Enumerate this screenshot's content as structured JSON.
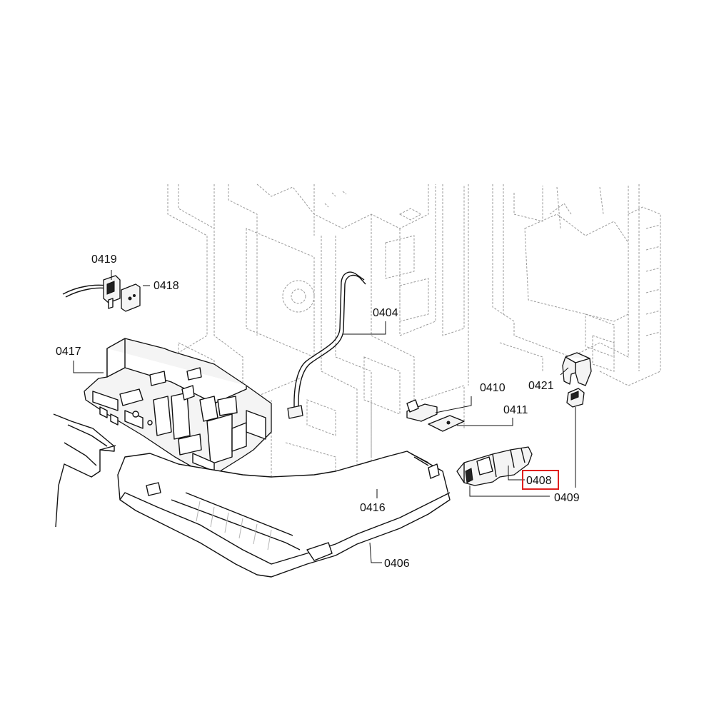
{
  "labels": {
    "p0404": "0404",
    "p0406": "0406",
    "p0408": "0408",
    "p0409": "0409",
    "p0410": "0410",
    "p0411": "0411",
    "p0416": "0416",
    "p0417": "0417",
    "p0418": "0418",
    "p0419": "0419",
    "p0421": "0421"
  },
  "highlighted_label": "0408",
  "colors": {
    "highlight": "#e0201e",
    "line": "#111111",
    "ghost_line": "#9a9a9a"
  }
}
